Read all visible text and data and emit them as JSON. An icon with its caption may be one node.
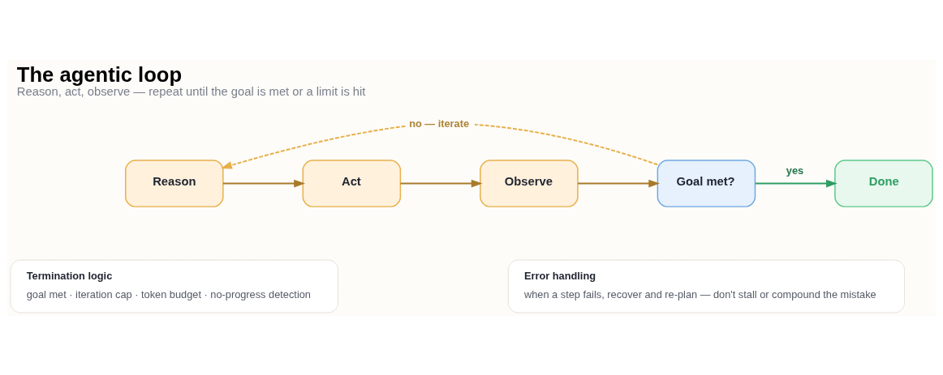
{
  "diagram": {
    "title": "The agentic loop",
    "caption": "Reason, act, observe — repeat until the goal is met or a limit is hit",
    "nodes": [
      {
        "text": [
          "Reason"
        ]
      },
      {
        "text": [
          "Act"
        ]
      },
      {
        "text": [
          "Observe"
        ]
      },
      {
        "text": [
          "Goal met?"
        ]
      },
      {
        "text": [
          "Done"
        ]
      },
      {
        "text": [
          "Termination logic",
          "goal met · iteration cap · token budget · no-progress detection"
        ]
      },
      {
        "text": [
          "Error handling",
          "when a step fails, recover and re-plan — don't stall or compound the mistake"
        ]
      }
    ],
    "edges": [
      {
        "from": 0,
        "to": 1,
        "arrow": "to"
      },
      {
        "from": 1,
        "to": 2,
        "arrow": "to"
      },
      {
        "from": 2,
        "to": 3,
        "arrow": "to"
      },
      {
        "from": 3,
        "to": 4,
        "arrow": "to",
        "label": "yes",
        "color": "#2e9e63"
      },
      {
        "from": 3,
        "to": 0,
        "arrow": "to",
        "label": "no — iterate",
        "style": "dashed",
        "color": "#e8b04a"
      }
    ]
  }
}
